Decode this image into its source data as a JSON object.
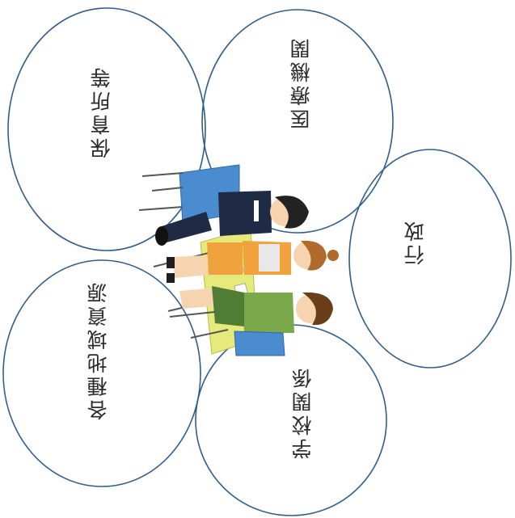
{
  "diagram": {
    "petals": [
      {
        "id": "hoiku",
        "label": "保育所等"
      },
      {
        "id": "iryo",
        "label": "医療機関"
      },
      {
        "id": "gyosei",
        "label": "行政"
      },
      {
        "id": "gakko",
        "label": "学校関係"
      },
      {
        "id": "chiiki",
        "label": "各種地域資源"
      }
    ],
    "colors": {
      "outline": "#2f5d8c",
      "desk": "#e6ea7a",
      "chair": "#4a8ccf",
      "adult_jacket": "#f0a23c",
      "child_shirt": "#7aa84a"
    }
  }
}
